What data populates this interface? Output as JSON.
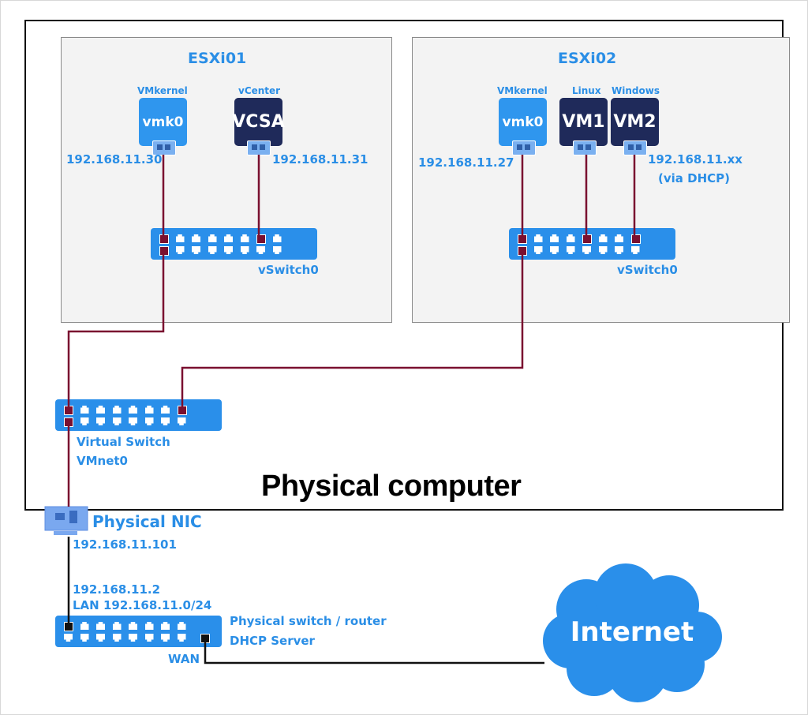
{
  "physical_computer": {
    "title": "Physical computer"
  },
  "esxi01": {
    "title": "ESXi01",
    "vms": [
      {
        "role": "VMkernel",
        "name": "vmk0",
        "ip": "192.168.11.30",
        "style": "vmkernel"
      },
      {
        "role": "vCenter",
        "name": "VCSA",
        "ip": "192.168.11.31",
        "style": "vm"
      }
    ],
    "vswitch": "vSwitch0"
  },
  "esxi02": {
    "title": "ESXi02",
    "vms": [
      {
        "role": "VMkernel",
        "name": "vmk0",
        "ip": "192.168.11.27",
        "style": "vmkernel"
      },
      {
        "role": "Linux",
        "name": "VM1",
        "style": "vm"
      },
      {
        "role": "Windows",
        "name": "VM2",
        "style": "vm"
      }
    ],
    "vm_ip": "192.168.11.xx",
    "vm_ip_note": "(via DHCP)",
    "vswitch": "vSwitch0"
  },
  "virtual_switch": {
    "line1": "Virtual Switch",
    "line2": "VMnet0"
  },
  "physical_nic": {
    "label": "Physical NIC",
    "ip": "192.168.11.101"
  },
  "router": {
    "ip": "192.168.11.2",
    "lan": "LAN 192.168.11.0/24",
    "line1": "Physical switch / router",
    "line2": "DHCP Server",
    "wan": "WAN"
  },
  "internet": {
    "label": "Internet"
  },
  "colors": {
    "accent": "#2a8fea",
    "dark_vm": "#1f2a5a",
    "link_virtual": "#7a1030",
    "link_physical": "#111111"
  }
}
